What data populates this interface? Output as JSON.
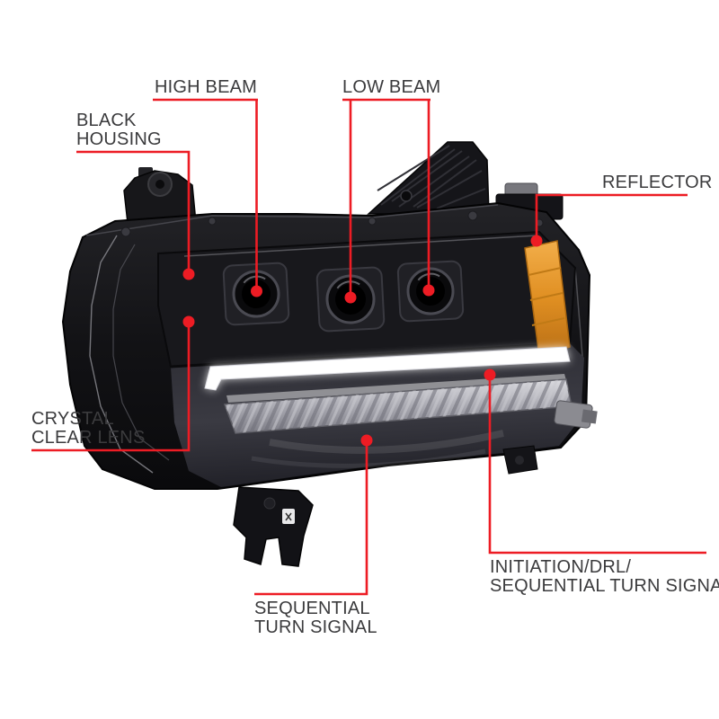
{
  "diagram": {
    "subject": "Labeled parts diagram of a black LED projector headlight with sequential turn signal",
    "colors": {
      "callout-color": "#ed1c24",
      "text-color": "#3b3b3d",
      "background": "#ffffff",
      "housing-black": "#121215",
      "amber-reflector": "#e0902a",
      "drl-white": "#ffffff",
      "chrome-silver": "#b9b9c0"
    },
    "labels": {
      "high_beam": {
        "line1": "HIGH BEAM"
      },
      "low_beam": {
        "line1": "LOW BEAM"
      },
      "black_housing": {
        "line1": "BLACK",
        "line2": "HOUSING"
      },
      "reflector": {
        "line1": "REFLECTOR"
      },
      "crystal_clear_lens": {
        "line1": "CRYSTAL",
        "line2": "CLEAR LENS"
      },
      "sequential_turn_signal": {
        "line1": "SEQUENTIAL",
        "line2": "TURN SIGNAL"
      },
      "initiation_drl_sequential_turn_signal": {
        "line1": "INITIATION/DRL/",
        "line2": "SEQUENTIAL TURN SIGNAL"
      }
    }
  }
}
